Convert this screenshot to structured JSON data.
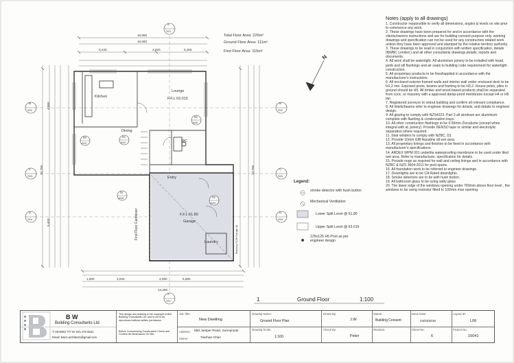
{
  "areas": {
    "total": "Total Floor Area: 226m²",
    "ground": "Ground Floor Area: 111m²",
    "first": "First Floor Area: 115m²"
  },
  "rooms": {
    "kitchen": "Kitchen",
    "lounge": "Lounge",
    "lounge_ffl": "F.F.L 63.015",
    "dining": "Dining",
    "entry": "Entry",
    "wc": "WC",
    "garage": "Garage",
    "garage_ffl": "F.F.L 61.80",
    "laundry": "Laundry",
    "cantilever": "First Floor Cantilever",
    "bracing": "Bracing Y136 Gauge Jp"
  },
  "section_marks": [
    {
      "letter": "A",
      "sheet": "S01"
    },
    {
      "letter": "B",
      "sheet": "S02"
    },
    {
      "letter": "C",
      "sheet": "S03"
    },
    {
      "letter": "D",
      "sheet": "S04"
    },
    {
      "letter": "A",
      "sheet": "S01"
    },
    {
      "letter": "B",
      "sheet": "S02"
    },
    {
      "letter": "C",
      "sheet": "S03"
    },
    {
      "letter": "D",
      "sheet": "S04"
    }
  ],
  "detail_marks": [
    {
      "num": "05",
      "sheet": "A03"
    },
    {
      "num": "03",
      "sheet": "A04"
    },
    {
      "num": "02",
      "sheet": "A05"
    },
    {
      "num": "01",
      "sheet": "A06"
    },
    {
      "num": "03",
      "sheet": "A04"
    }
  ],
  "dimensions": {
    "top_overall": "16,950",
    "top_2": "16,660",
    "top_a": "5,440",
    "top_b": "4,020",
    "top_c": "5,205",
    "bottom_overall": "12,260",
    "bottom_a": "1,590",
    "bottom_b": "3,040",
    "bottom_c": "4,060",
    "bottom_d": "6,580",
    "left_overall": "10,700",
    "right_overall": "10,700",
    "left_a": "4,860",
    "left_b": "5,400"
  },
  "legend": {
    "title": "Legend:",
    "items": [
      "smoke detector with hush button",
      "Mechanical Ventilation",
      "Lower Split Level @ 61.80",
      "Upper Split Level @ 63.015",
      "125x125 H5 Post as per engineer design"
    ]
  },
  "notes": {
    "title": "Notes (apply to all drawings)",
    "items": [
      "1. Constructor responsible to verify all dimensions, angles & levels on site prior to commence any work.",
      "2. These drawings have been prepared for and in accordance with the clients/owners instructions and are for building consent purpose only. working drawings and specification can not be used for any construction related work unless they have been approved and stamped by the relative territory authority.",
      "3. These drawings to be read in conjunction with written specification, details (BWBC Limited ) and all other consultants drawings,details, reports and documents.",
      "4. All work shall be watertight. All aluminium joinery to be installed with head, jamb and sill flashings and air seals to building code requirement for watertight construction.",
      "5. All proprietary products to be fixed/applied in accordance with the manufacturer's instructions.",
      "6. All enclosed exterior framed walls and interior wall under enclosed deck to be H1.2 min. Exposed posts, beams and framing to be H3.2. House poles, piles in ground should be H5. All timber and wood based products shall be separated from conc. or masonry with a approved damp-proof membrane except H4 or H5 tan.",
      "7. Registered surveyor to setout building and confirm all relevant compliance.",
      "8. All lintels/beams refer to engineer drawings for details, and details to engineer design.",
      "9. All glazing to comply with NZS4223, Part 3 all windows are aluminium complete with flashing & condensation trays.",
      "10. All other construction flashings to be 0.55mm Zincalume (except when integral with al. joinery). Provide DENSO tape or similar and electrolytic separation where required.",
      "11. Stair winders to comply with NZBC, D1",
      "12. Provide 10mm GIB Aqualine all wet area.",
      "13. All proprietary linings and finishes to be fixed in accordance with manufacturer's specifications.",
      "14. ARDEX WPM 001 underlite waterproofing membrane to be used under tiled wet area. Refer to manufacturer, specification for details.",
      "15. Provide nogs as required for wall and ceiling linings and in accordance with NZBC & NZS 3604-2011 for post spans.",
      "16. All foundation work to be referred to engineer drawings.",
      "17. Downlights are to be CA Rated downlights.",
      "18. Smoke detectors are to be with hush button.",
      "19. All bathroom glass to be using safty glass",
      "20. The lower edge of the windows opening under 760mm above floor level , the windows to be using resinstor fitted to 100mm max opening."
    ]
  },
  "drawing_title": {
    "number": "1",
    "name": "Ground Floor",
    "scale": "1:100"
  },
  "title_block": {
    "company_short": "B W",
    "company": "Building Consultants Ltd",
    "phone": "T: 09-8283 777  M: 021 272 8341",
    "email": "Email: bwnz.architects@gmail.com",
    "copyright": "This design and drawing is the copyright of BW Building Consultants Ltd. and is not to be reproduced without written permission.",
    "check_note": "Before Commencing Construction Check and Confirm All Dimensions On Site.",
    "job_title_label": "Job Title:",
    "job_title": "New Dwelling",
    "address_label": "Address:",
    "address": "55d Juniper Road, Sunnynook",
    "owner_label": "Owner:",
    "owner": "Tianhao Chen",
    "drawing_name_label": "Drawing Name:",
    "drawing_name": "Ground Floor Plan",
    "drawing_scale_label": "Drawing Scale:",
    "drawing_scale": "1:100",
    "drawn_by_label": "Drawn By:",
    "drawn_by": "J.W",
    "check_by_label": "Check By:",
    "check_by": "Peter",
    "status_label": "Status:",
    "status": "Building Consent",
    "revision_label": "Revision:",
    "revision": "",
    "issue_date_label": "Issue Date:",
    "issue_date": "24/03/2016",
    "sheet_no_label": "Sheet No:",
    "sheet_no": "6",
    "layout_id_label": "Layout ID:",
    "layout_id": "L06",
    "project_no_label": "Project No:",
    "project_no": "15041"
  },
  "north_label": "N"
}
